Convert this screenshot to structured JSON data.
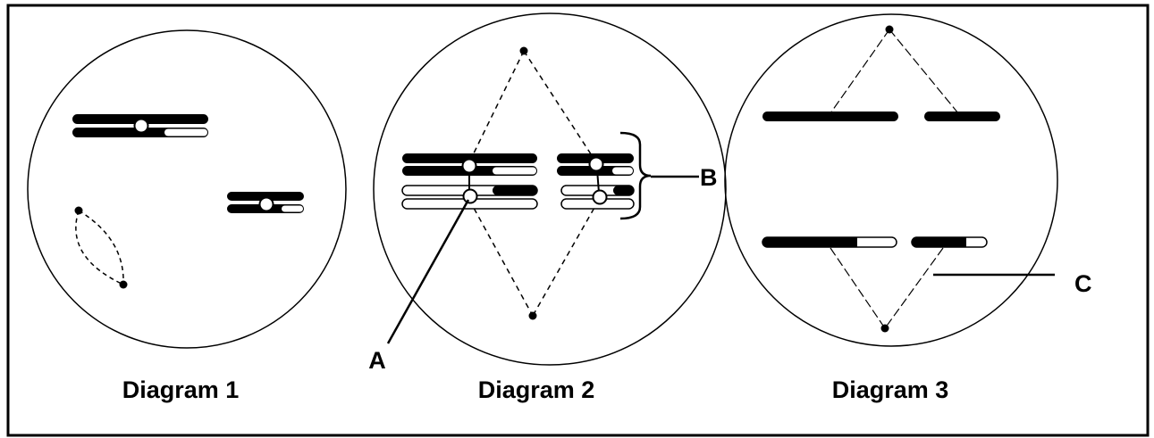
{
  "diagrams": [
    {
      "caption": "Diagram 1"
    },
    {
      "caption": "Diagram 2"
    },
    {
      "caption": "Diagram 3"
    }
  ],
  "labels": {
    "A": "A",
    "B": "B",
    "C": "C"
  },
  "colors": {
    "ink": "#000000",
    "background": "#ffffff"
  }
}
